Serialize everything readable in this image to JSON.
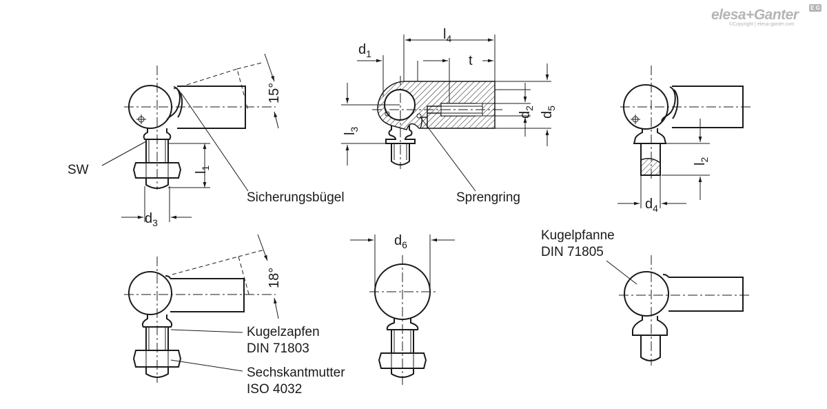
{
  "brand": {
    "name": "elesa+Ganter",
    "badge": "E G",
    "copyright": "©Copyright | elesa-ganter.com"
  },
  "labels": {
    "sw": "SW",
    "sicherungsbugel": "Sicherungsbügel",
    "sprengring": "Sprengring",
    "kugelzapfen_line1": "Kugelzapfen",
    "kugelzapfen_line2": "DIN 71803",
    "sechskantmutter_line1": "Sechskantmutter",
    "sechskantmutter_line2": "ISO 4032",
    "kugelpfanne_line1": "Kugelpfanne",
    "kugelpfanne_line2": "DIN 71805"
  },
  "dimensions": {
    "d1": {
      "base": "d",
      "sub": "1"
    },
    "d2": {
      "base": "d",
      "sub": "2"
    },
    "d3": {
      "base": "d",
      "sub": "3"
    },
    "d4": {
      "base": "d",
      "sub": "4"
    },
    "d5": {
      "base": "d",
      "sub": "5"
    },
    "d6": {
      "base": "d",
      "sub": "6"
    },
    "l1": {
      "base": "l",
      "sub": "1"
    },
    "l2": {
      "base": "l",
      "sub": "2"
    },
    "l3": {
      "base": "l",
      "sub": "3"
    },
    "l4": {
      "base": "l",
      "sub": "4"
    },
    "t": "t",
    "angle15": "15°",
    "angle18": "18°"
  }
}
